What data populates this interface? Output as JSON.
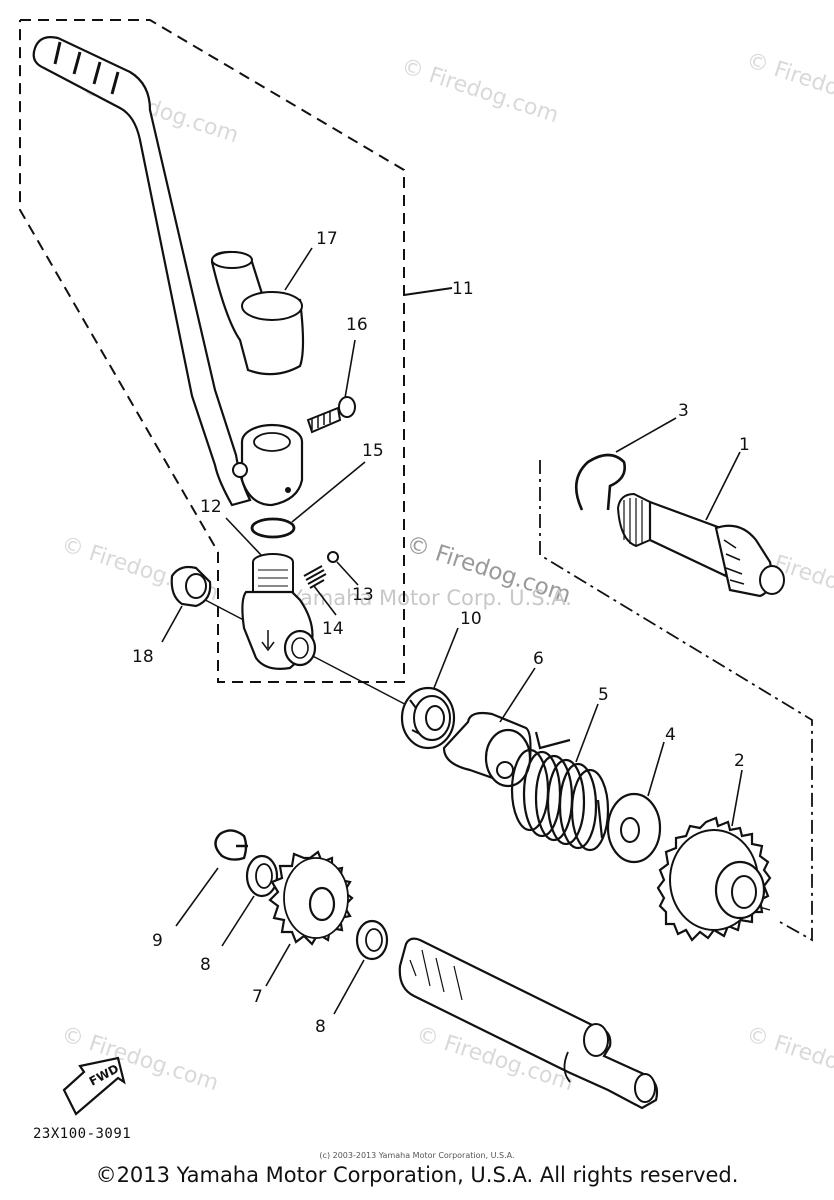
{
  "diagram": {
    "callouts": [
      "1",
      "2",
      "3",
      "4",
      "5",
      "6",
      "7",
      "8",
      "8",
      "9",
      "10",
      "11",
      "12",
      "13",
      "14",
      "15",
      "16",
      "17",
      "18"
    ],
    "diagram_code": "23X100-3091",
    "fwd_label": "FWD"
  },
  "watermarks": {
    "firedog": "© Firedog.com",
    "center": "© Firedog.com",
    "yamaha_ghost": "Yamaha Motor Corp. U.S.A."
  },
  "footer": {
    "small_copyright": "(c) 2003-2013 Yamaha Motor Corporation, U.S.A.",
    "copyright": "©2013 Yamaha Motor Corporation, U.S.A. All rights reserved."
  }
}
